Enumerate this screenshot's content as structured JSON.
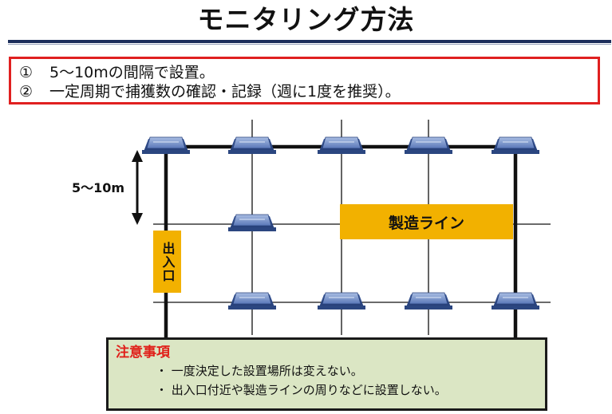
{
  "title": "モニタリング方法",
  "points": [
    {
      "num": "①",
      "text": "5～10mの間隔で設置。"
    },
    {
      "num": "②",
      "text": "一定周期で捕獲数の確認・記録（週に1度を推奨）。"
    }
  ],
  "diagram": {
    "spacing_label": "5～10m",
    "production_line": "製造ライン",
    "entrance": "出入口",
    "trap_icon": "trap-device-icon",
    "colors": {
      "label_fill": "#f2b100",
      "trap": "#3e5c9e",
      "outline": "#e02020",
      "caution_bg": "#dbe6c4",
      "caution_title": "#e0201a"
    }
  },
  "caution": {
    "title": "注意事項",
    "items": [
      "・ 一度決定した設置場所は変えない。",
      "・ 出入口付近や製造ラインの周りなどに設置しない。"
    ]
  }
}
